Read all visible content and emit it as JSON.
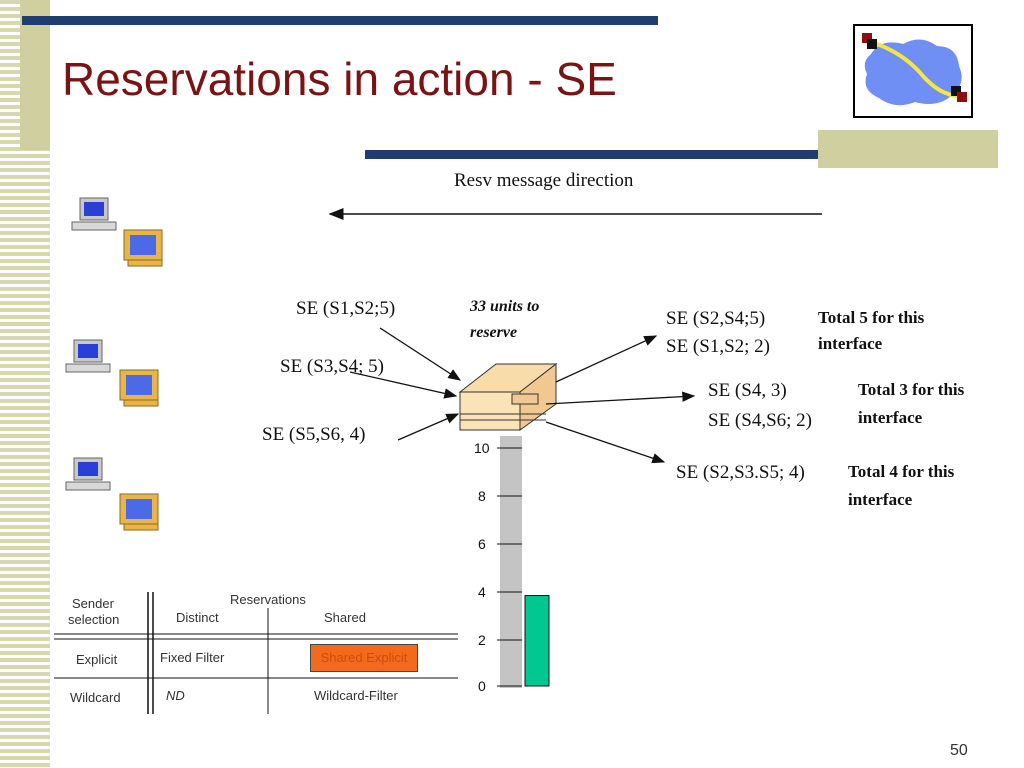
{
  "slide": {
    "title": "Reservations in action - SE",
    "page_number": "50"
  },
  "diagram": {
    "direction_label": "Resv message direction",
    "incoming": [
      "SE (S1,S2;5)",
      "SE (S3,S4; 5)",
      "SE (S5,S6, 4)"
    ],
    "router_note_line1": "33 units to",
    "router_note_line2": "reserve",
    "outgoing": [
      {
        "line1": "SE (S2,S4;5)",
        "line2": "SE (S1,S2; 2)",
        "total1": "Total 5 for this",
        "total2": "interface"
      },
      {
        "line1": "SE (S4, 3)",
        "line2": "SE (S4,S6; 2)",
        "total1": "Total 3 for this",
        "total2": "interface"
      },
      {
        "line1": "SE (S2,S3.S5; 4)",
        "line2": "",
        "total1": "Total 4 for this",
        "total2": "interface"
      }
    ]
  },
  "gauge": {
    "ticks": [
      "10",
      "8",
      "6",
      "4",
      "2",
      "0"
    ],
    "level": 3.8,
    "max": 10,
    "color": "#00c890"
  },
  "styles_table": {
    "sender_selection_line1": "Sender",
    "sender_selection_line2": "selection",
    "reservations": "Reservations",
    "distinct": "Distinct",
    "shared": "Shared",
    "explicit": "Explicit",
    "fixed_filter": "Fixed Filter",
    "shared_explicit": "Shared Explicit",
    "wildcard": "Wildcard",
    "nd": "ND",
    "wildcard_filter": "Wildcard-Filter"
  },
  "colors": {
    "title": "#7a1414",
    "bars": "#1f3d6e",
    "accent": "#cfcfa0",
    "highlight": "#f26a1b"
  }
}
